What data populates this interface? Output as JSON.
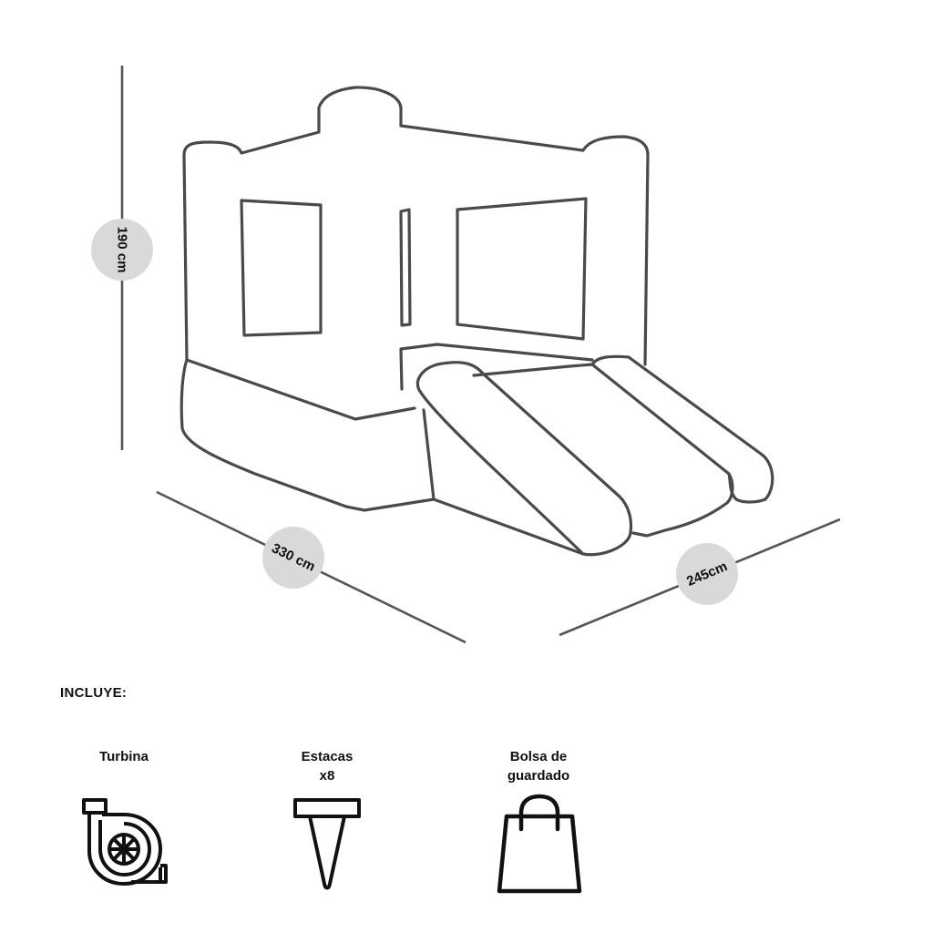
{
  "dimensions": {
    "height": "190 cm",
    "length": "330 cm",
    "width": "245cm"
  },
  "includes": {
    "title": "INCLUYE:",
    "items": [
      {
        "line1": "Turbina",
        "line2": "",
        "icon": "blower-fan-icon"
      },
      {
        "line1": "Estacas",
        "line2": "x8",
        "icon": "ground-stake-icon"
      },
      {
        "line1": "Bolsa de",
        "line2": "guardado",
        "icon": "storage-bag-icon"
      }
    ]
  },
  "colors": {
    "outline": "#4a4a4a",
    "dimension_badge": "#d9d9d9",
    "text": "#111111"
  }
}
